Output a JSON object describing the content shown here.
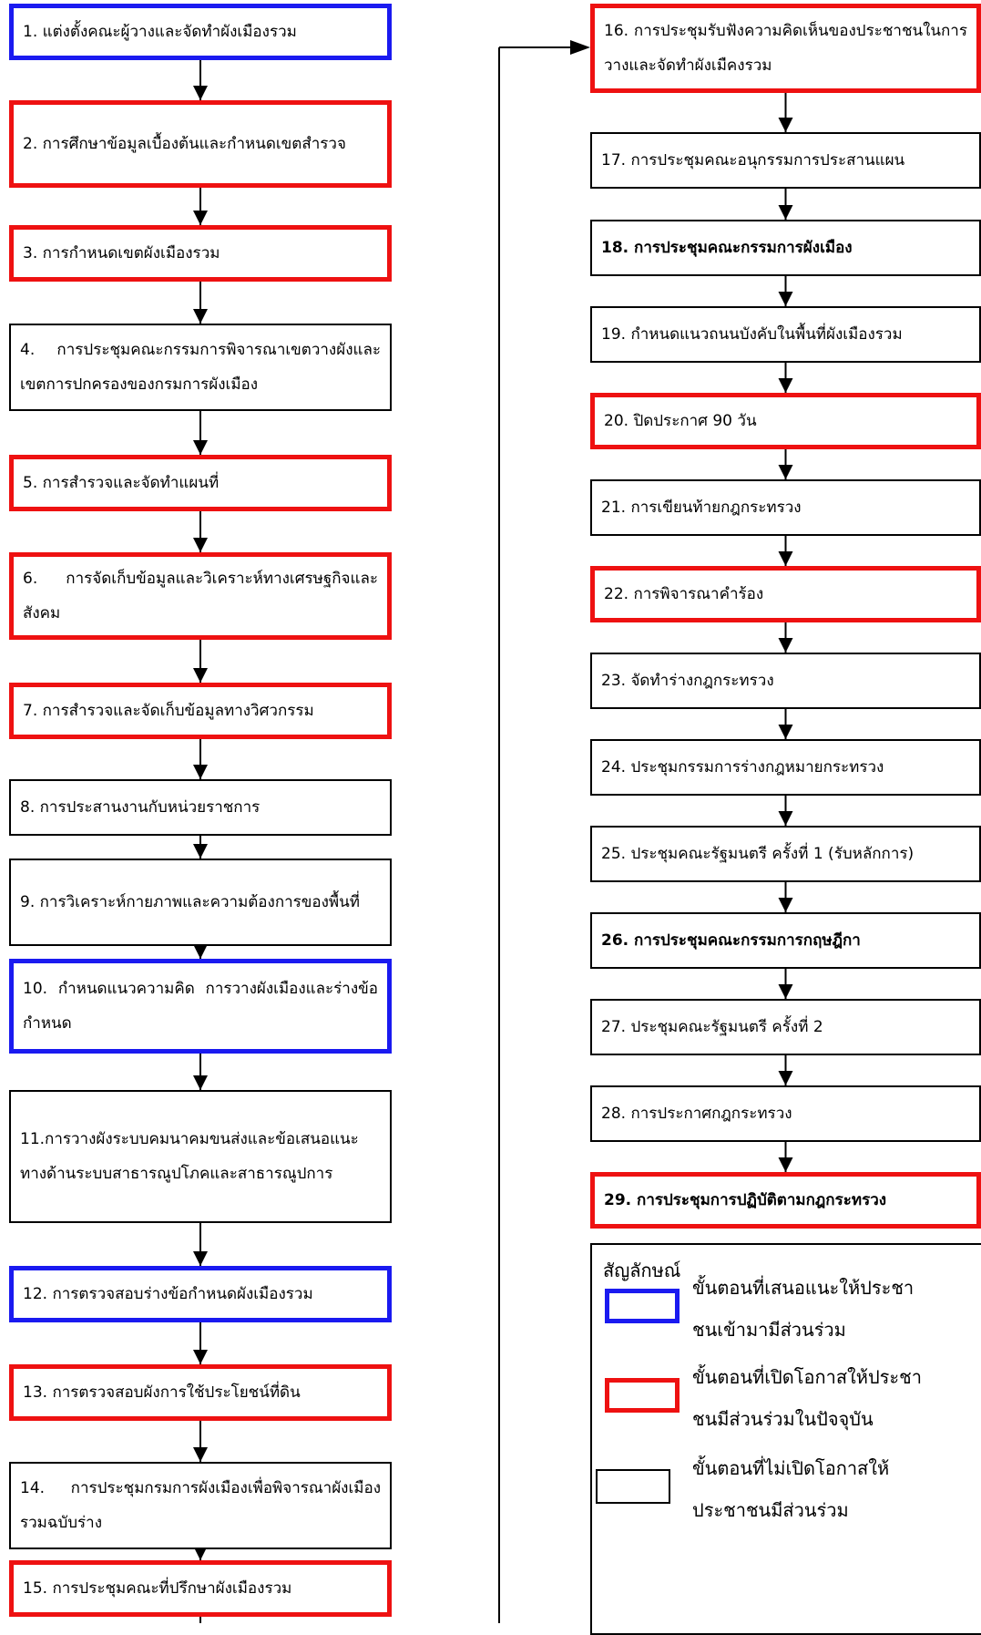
{
  "steps": [
    {
      "id": "s1",
      "text": "1. แต่งตั้งคณะผู้วางและจัดทำผังเมืองรวม",
      "border": "blue"
    },
    {
      "id": "s2",
      "text": "2. การศึกษาข้อมูลเบื้องต้นและกำหนดเขตสำรวจ",
      "border": "red"
    },
    {
      "id": "s3",
      "text": "3. การกำหนดเขตผังเมืองรวม",
      "border": "red"
    },
    {
      "id": "s4",
      "text": "4.   การประชุมคณะกรรมการพิจารณาเขตวางผังและเขตการปกครองของกรมการผังเมือง",
      "border": "black"
    },
    {
      "id": "s5",
      "text": "5. การสำรวจและจัดทำแผนที่",
      "border": "red"
    },
    {
      "id": "s6",
      "text": "6. การจัดเก็บข้อมูลและวิเคราะห์ทางเศรษฐกิจและสังคม",
      "border": "red"
    },
    {
      "id": "s7",
      "text": "7. การสำรวจและจัดเก็บข้อมูลทางวิศวกรรม",
      "border": "red"
    },
    {
      "id": "s8",
      "text": "8. การประสานงานกับหน่วยราชการ",
      "border": "black"
    },
    {
      "id": "s9",
      "text": "9. การวิเคราะห์กายภาพและความต้องการของพื้นที่",
      "border": "black"
    },
    {
      "id": "s10",
      "text": "10.  กำหนดแนวความคิด   การวางผังเมืองและร่างข้อกำหนด",
      "border": "blue"
    },
    {
      "id": "s11",
      "text": "11.การวางผังระบบคมนาคมขนส่งและข้อเสนอแนะทางด้านระบบสาธารณูปโภคและสาธารณูปการ",
      "border": "black"
    },
    {
      "id": "s12",
      "text": "12. การตรวจสอบร่างข้อกำหนดผังเมืองรวม",
      "border": "blue"
    },
    {
      "id": "s13",
      "text": "13. การตรวจสอบผังการใช้ประโยชน์ที่ดิน",
      "border": "red"
    },
    {
      "id": "s14",
      "text": "14. การประชุมกรมการผังเมืองเพื่อพิจารณาผังเมืองรวมฉบับร่าง",
      "border": "black"
    },
    {
      "id": "s15",
      "text": "15. การประชุมคณะที่ปรึกษาผังเมืองรวม",
      "border": "red"
    },
    {
      "id": "s16",
      "text": "16. การประชุมรับฟังความคิดเห็นของประชาชนในการวางและจัดทำผังเมืคงรวม",
      "border": "red"
    },
    {
      "id": "s17",
      "text": "17. การประชุมคณะอนุกรรมการประสานแผน",
      "border": "black"
    },
    {
      "id": "s18",
      "text": "18. การประชุมคณะกรรมการผังเมือง",
      "border": "black",
      "bold": true
    },
    {
      "id": "s19",
      "text": "19. กำหนดแนวถนนบังคับในพื้นที่ผังเมืองรวม",
      "border": "black"
    },
    {
      "id": "s20",
      "text": "20. ปิดประกาศ 90 วัน",
      "border": "red"
    },
    {
      "id": "s21",
      "text": "21. การเขียนท้ายกฎกระทรวง",
      "border": "black"
    },
    {
      "id": "s22",
      "text": "22. การพิจารณาคำร้อง",
      "border": "red"
    },
    {
      "id": "s23",
      "text": "23. จัดทำร่างกฎกระทรวง",
      "border": "black"
    },
    {
      "id": "s24",
      "text": "24. ประชุมกรรมการร่างกฎหมายกระทรวง",
      "border": "black"
    },
    {
      "id": "s25",
      "text": "25. ประชุมคณะรัฐมนตรี ครั้งที่ 1 (รับหลักการ)",
      "border": "black"
    },
    {
      "id": "s26",
      "text": "26. การประชุมคณะกรรมการกฤษฎีกา",
      "border": "black",
      "bold": true
    },
    {
      "id": "s27",
      "text": "27. ประชุมคณะรัฐมนตรี ครั้งที่ 2",
      "border": "black"
    },
    {
      "id": "s28",
      "text": "28. การประกาศกฎกระทรวง",
      "border": "black"
    },
    {
      "id": "s29",
      "text": "29. การประชุมการปฏิบัติตามกฎกระทรวง",
      "border": "red",
      "bold": true
    }
  ],
  "legend": {
    "title": "สัญลักษณ์",
    "items": [
      {
        "border": "blue",
        "line1": "ขั้นตอนที่เสนอแนะให้ประชา",
        "line2": "ชนเข้ามามีส่วนร่วม"
      },
      {
        "border": "red",
        "line1": "ขั้นตอนที่เปิดโอกาสให้ประชา",
        "line2": "ชนมีส่วนร่วมในปัจจุบัน"
      },
      {
        "border": "black",
        "line1": "ขั้นตอนที่ไม่เปิดโอกาสให้",
        "line2": "ประชาชนมีส่วนร่วม"
      }
    ]
  }
}
